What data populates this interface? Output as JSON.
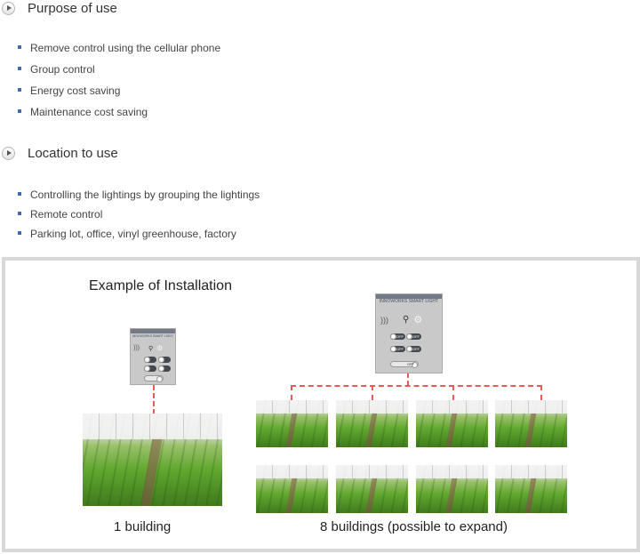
{
  "purpose": {
    "title": "Purpose of use",
    "items": [
      "Remove control using the cellular phone",
      "Group control",
      "Energy cost saving",
      "Maintenance cost saving"
    ]
  },
  "location": {
    "title": "Location to use",
    "items": [
      "Controlling the lightings by grouping the lightings",
      "Remote control",
      "Parking lot, office, vinyl greenhouse, factory"
    ]
  },
  "installation": {
    "title": "Example of Installation",
    "app_title": "INNOWORKS SMART LIGHT",
    "toggle_label": "OFF",
    "single_caption": "1 building",
    "multi_caption": "8 buildings (possible to expand)"
  },
  "colors": {
    "connector": "#e85a5a",
    "bullet": "#3b6bb5",
    "panel_border": "#d8d8d8"
  },
  "icons": [
    "play-icon",
    "bluetooth-icon",
    "search-icon",
    "settings-icon"
  ]
}
